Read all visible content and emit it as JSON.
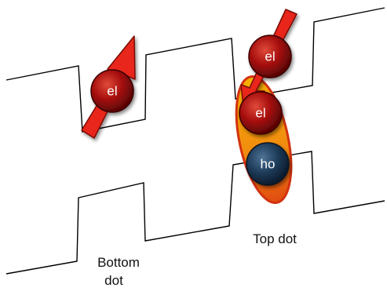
{
  "particles": {
    "electron_label": "el",
    "hole_label": "ho"
  },
  "captions": {
    "bottom_dot_line1": "Bottom",
    "bottom_dot_line2": "dot",
    "top_dot": "Top dot"
  },
  "colors": {
    "band_edge": "#000000",
    "spin_arrow": "#e8281e",
    "electron": "#a50d0d",
    "hole": "#1e3c5a",
    "exciton_cloud_outer": "#e06a10",
    "exciton_cloud_inner": "#f5a40a"
  }
}
